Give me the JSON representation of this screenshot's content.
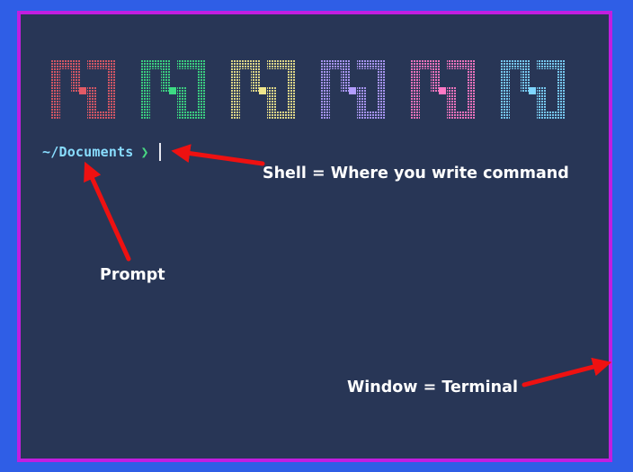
{
  "terminal": {
    "prompt_path": "~/Documents",
    "prompt_char": "❯",
    "input_value": ""
  },
  "logo_colors": [
    "#e35a66",
    "#3ddc84",
    "#f0e68c",
    "#b39dff",
    "#ff79c6",
    "#7fd6ff"
  ],
  "colors": {
    "background": "#2f5ee6",
    "window_border": "#c21ee0",
    "terminal_bg": "#283656",
    "arrow": "#ee1111"
  },
  "annotations": {
    "shell": "Shell = Where you write command",
    "prompt": "Prompt",
    "window": "Window = Terminal"
  }
}
